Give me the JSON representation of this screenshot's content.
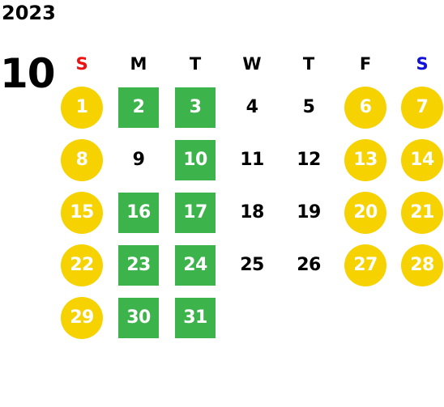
{
  "calendar": {
    "year": "2023",
    "month": "10",
    "colors": {
      "sunday": "#ee1111",
      "saturday": "#1111dd",
      "weekday": "#000000",
      "holiday_circle": "#f5d200",
      "green_square": "#3cb44b",
      "badge_text": "#ffffff"
    },
    "weekdays": [
      {
        "label": "S",
        "kind": "sunday"
      },
      {
        "label": "M",
        "kind": "weekday"
      },
      {
        "label": "T",
        "kind": "weekday"
      },
      {
        "label": "W",
        "kind": "weekday"
      },
      {
        "label": "T",
        "kind": "weekday"
      },
      {
        "label": "F",
        "kind": "weekday"
      },
      {
        "label": "S",
        "kind": "saturday"
      }
    ],
    "weeks": [
      [
        {
          "day": "1",
          "style": "circle"
        },
        {
          "day": "2",
          "style": "square"
        },
        {
          "day": "3",
          "style": "square"
        },
        {
          "day": "4",
          "style": "plain"
        },
        {
          "day": "5",
          "style": "plain"
        },
        {
          "day": "6",
          "style": "circle"
        },
        {
          "day": "7",
          "style": "circle"
        }
      ],
      [
        {
          "day": "8",
          "style": "circle"
        },
        {
          "day": "9",
          "style": "plain"
        },
        {
          "day": "10",
          "style": "square"
        },
        {
          "day": "11",
          "style": "plain"
        },
        {
          "day": "12",
          "style": "plain"
        },
        {
          "day": "13",
          "style": "circle"
        },
        {
          "day": "14",
          "style": "circle"
        }
      ],
      [
        {
          "day": "15",
          "style": "circle"
        },
        {
          "day": "16",
          "style": "square"
        },
        {
          "day": "17",
          "style": "square"
        },
        {
          "day": "18",
          "style": "plain"
        },
        {
          "day": "19",
          "style": "plain"
        },
        {
          "day": "20",
          "style": "circle"
        },
        {
          "day": "21",
          "style": "circle"
        }
      ],
      [
        {
          "day": "22",
          "style": "circle"
        },
        {
          "day": "23",
          "style": "square"
        },
        {
          "day": "24",
          "style": "square"
        },
        {
          "day": "25",
          "style": "plain"
        },
        {
          "day": "26",
          "style": "plain"
        },
        {
          "day": "27",
          "style": "circle"
        },
        {
          "day": "28",
          "style": "circle"
        }
      ],
      [
        {
          "day": "29",
          "style": "circle"
        },
        {
          "day": "30",
          "style": "square"
        },
        {
          "day": "31",
          "style": "square"
        },
        {
          "day": "",
          "style": "empty"
        },
        {
          "day": "",
          "style": "empty"
        },
        {
          "day": "",
          "style": "empty"
        },
        {
          "day": "",
          "style": "empty"
        }
      ]
    ]
  }
}
